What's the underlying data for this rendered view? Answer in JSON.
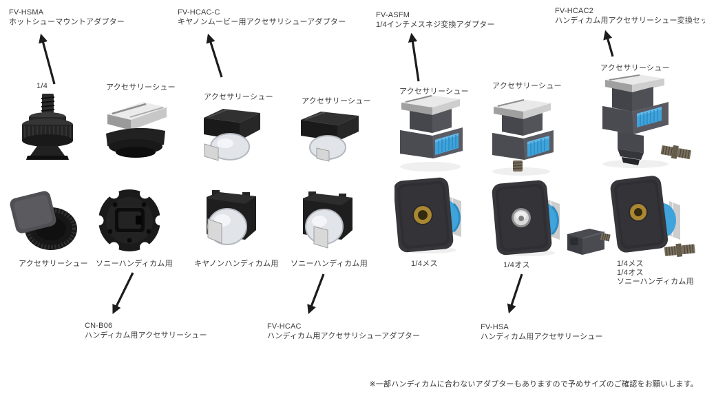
{
  "callouts": [
    {
      "code": "FV-HSMA",
      "desc": "ホットシューマウントアダプター"
    },
    {
      "code": "FV-HCAC-C",
      "desc": "キヤノンムービー用アクセサリシューアダプター"
    },
    {
      "code": "FV-ASFM",
      "desc": "1/4インチメスネジ変換アダプター"
    },
    {
      "code": "FV-HCAC2",
      "desc": "ハンディカム用アクセサリーシュー変換セット"
    },
    {
      "code": "CN-B06",
      "desc": "ハンディカム用アクセサリーシュー"
    },
    {
      "code": "FV-HCAC",
      "desc": "ハンディカム用アクセサリシューアダプター"
    },
    {
      "code": "FV-HSA",
      "desc": "ハンディカム用アクセサリーシュー"
    }
  ],
  "labels": {
    "quarter": "1/4",
    "accessory_shoe": "アクセサリーシュー",
    "sony_handycam": "ソニーハンディカム用",
    "canon_handycam": "キヤノンハンディカム用",
    "quarter_female": "1/4メス",
    "quarter_male": "1/4オス"
  },
  "footnote": "※一部ハンディカムに合わないアダプターもありますので予めサイズのご確認をお願いします。",
  "colors": {
    "accent_blue": "#3fa3dc",
    "text": "#3a3a3a",
    "arrow": "#1c1c1c"
  }
}
